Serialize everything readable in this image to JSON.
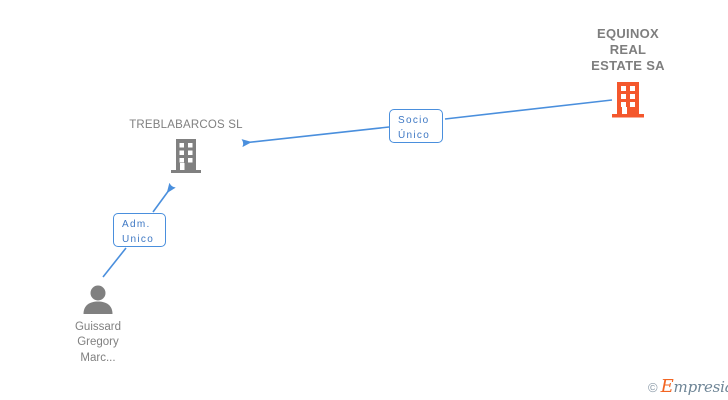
{
  "diagram": {
    "type": "corporate-relationship-graph",
    "background": "#ffffff",
    "colors": {
      "company_primary": "#f4572c",
      "company_secondary": "#808080",
      "person": "#808080",
      "edge": "#4a8fdd",
      "relation_text": "#3e78c4",
      "node_text": "#808080",
      "watermark_brand": "#f26522",
      "watermark_text": "#6e8596"
    },
    "nodes": [
      {
        "id": "equinox",
        "label": "EQUINOX\nREAL\nESTATE SA",
        "kind": "company",
        "icon": "building-icon",
        "color": "#f4572c"
      },
      {
        "id": "treblabarcos",
        "label": "TREBLABARCOS SL",
        "kind": "company",
        "icon": "building-icon",
        "color": "#808080"
      },
      {
        "id": "person",
        "label": "Guissard\nGregory\nMarc...",
        "kind": "person",
        "icon": "person-icon",
        "color": "#808080"
      }
    ],
    "edges": [
      {
        "id": "edge-equinox-treblabarcos",
        "from": "equinox",
        "to": "treblabarcos",
        "relation": "Socio\nÚnico"
      },
      {
        "id": "edge-person-treblabarcos",
        "from": "person",
        "to": "treblabarcos",
        "relation": "Adm.\nUnico"
      }
    ]
  },
  "watermark": {
    "copyright": "©",
    "brand_initial": "E",
    "brand_rest": "mpresia"
  }
}
